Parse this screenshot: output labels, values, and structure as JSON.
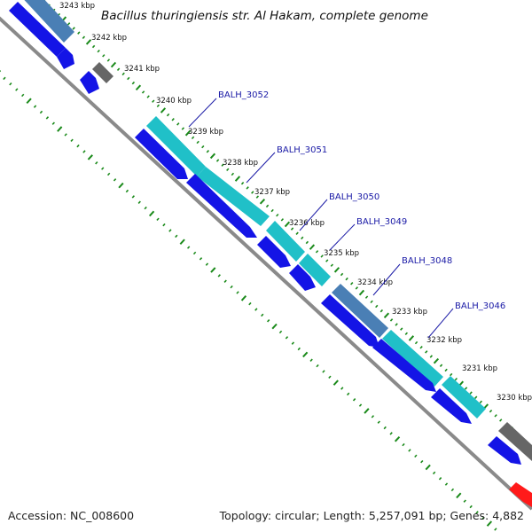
{
  "title": "Bacillus thuringiensis str. Al Hakam, complete genome",
  "footer": {
    "accession": "Accession: NC_008600",
    "summary": "Topology: circular; Length: 5,257,091 bp; Genes: 4,882"
  },
  "ticks": [
    "3243 kbp",
    "3242 kbp",
    "3241 kbp",
    "3240 kbp",
    "3239 kbp",
    "3238 kbp",
    "3237 kbp",
    "3236 kbp",
    "3235 kbp",
    "3234 kbp",
    "3233 kbp",
    "3232 kbp",
    "3231 kbp",
    "3230 kbp"
  ],
  "gene_labels": [
    "BALH_3052",
    "BALH_3051",
    "BALH_3050",
    "BALH_3049",
    "BALH_3048",
    "BALH_3046"
  ],
  "colors": {
    "backbone": "#8a8a8a",
    "forward_cds": "#1414e6",
    "feature_blue": "#4a7fb5",
    "feature_cyan": "#20c0c8",
    "feature_gray": "#666666",
    "feature_red": "#ff1a1a",
    "tick_green": "#1a8a1a",
    "label_blue": "#1a1aa6"
  }
}
